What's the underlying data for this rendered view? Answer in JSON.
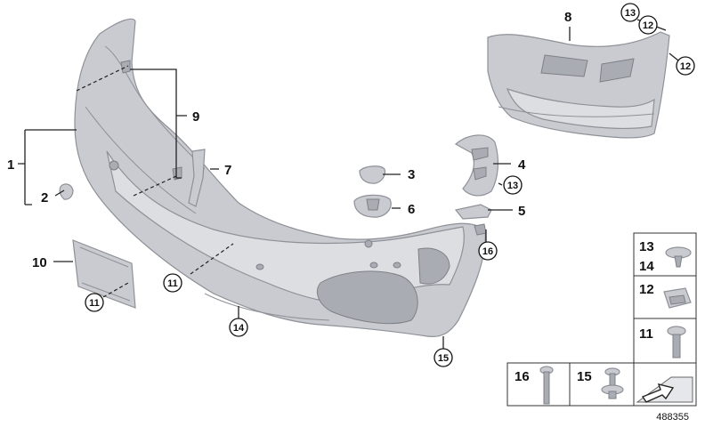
{
  "callouts": {
    "c1": "1",
    "c2": "2",
    "c3": "3",
    "c4": "4",
    "c5": "5",
    "c6": "6",
    "c7": "7",
    "c8": "8",
    "c9": "9",
    "c10": "10",
    "c11a": "11",
    "c11b": "11",
    "c12a": "12",
    "c12b": "12",
    "c13a": "13",
    "c13b": "13",
    "c14": "14",
    "c15": "15",
    "c16": "16"
  },
  "legend": {
    "row1_top": "13",
    "row1_bottom": "14",
    "row2": "12",
    "row3": "11",
    "row4_left": "16",
    "row4_right": "15"
  },
  "reference_number": "488355"
}
